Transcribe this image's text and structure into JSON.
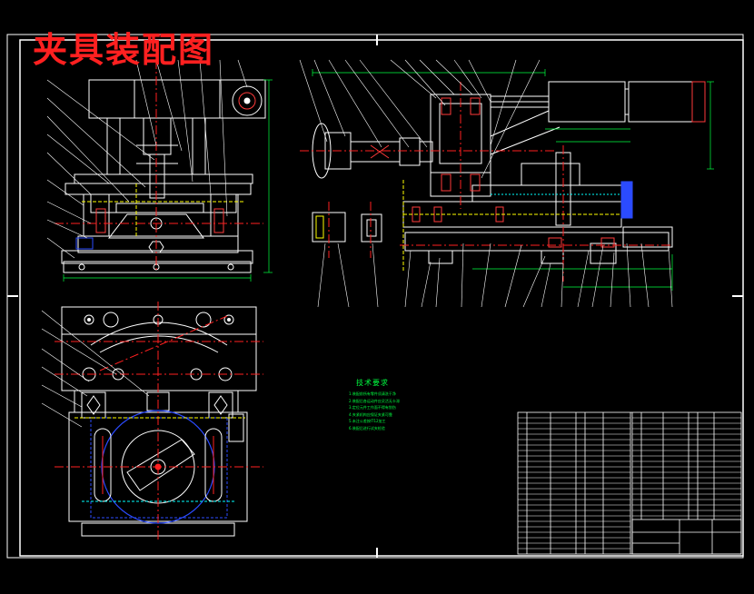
{
  "title": "夹具装配图",
  "tech_requirements": {
    "heading": "技术要求",
    "items": [
      "1.装配前所有零件须清洗干净",
      "2.装配后各运动件应灵活无卡滞",
      "3.定位元件工作面不得有划伤",
      "4.夹紧机构应保证夹紧可靠",
      "5.未注公差按IT12加工",
      "6.装配后进行试夹检验"
    ]
  },
  "colors": {
    "background": "#000000",
    "outline": "#ffffff",
    "dimension": "#00ff40",
    "centerline": "#ff2020",
    "hidden": "#ffff00",
    "accent": "#ff3a3a",
    "blue": "#2b4bff",
    "cyan": "#00ffff"
  }
}
